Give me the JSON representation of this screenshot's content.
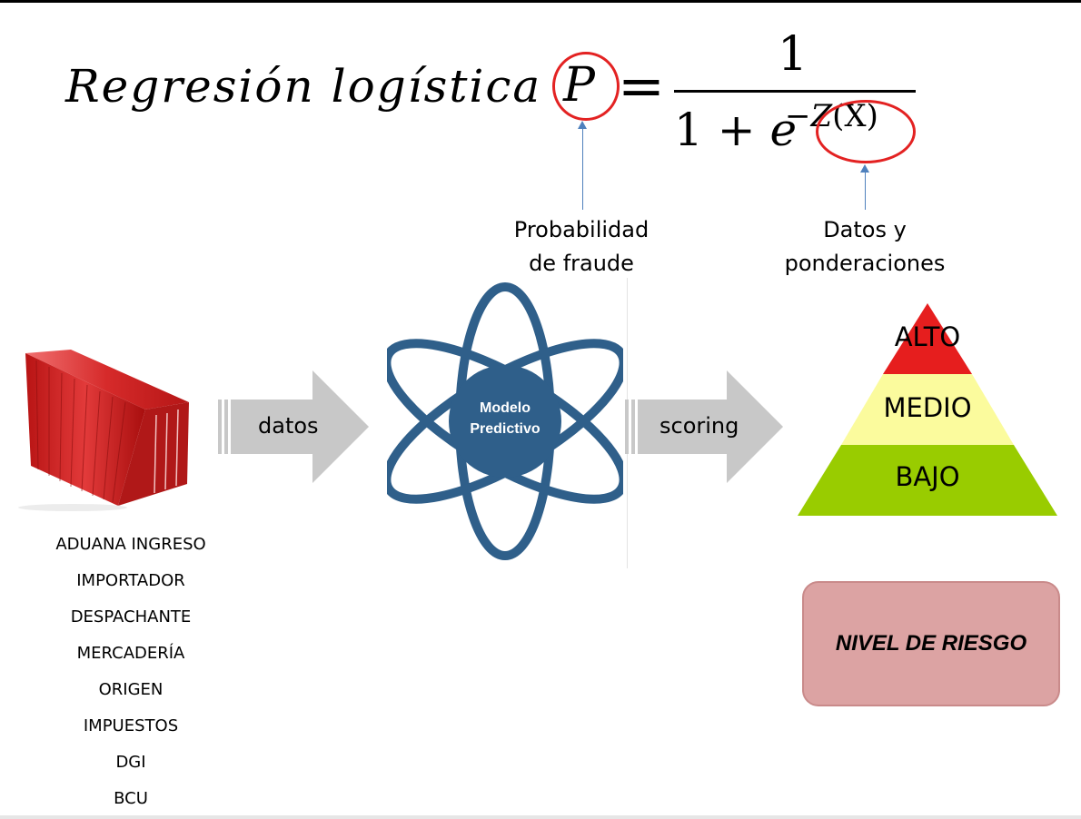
{
  "formula": {
    "title": "Regresión logística",
    "p_symbol": "P",
    "equals": "=",
    "numerator": "1",
    "denominator_base": "1 + ",
    "e_symbol": "e",
    "exponent_sign": "−",
    "exponent_z": "Z",
    "exponent_x": "(X)"
  },
  "callouts": {
    "probability": [
      "Probabilidad",
      "de fraude"
    ],
    "data": [
      "Datos y",
      "ponderaciones"
    ]
  },
  "flow": {
    "input_arrow": "datos",
    "model": [
      "Modelo",
      "Predictivo"
    ],
    "output_arrow": "scoring"
  },
  "risk_levels": [
    "ALTO",
    "MEDIO",
    "BAJO"
  ],
  "risk_box": "NIVEL DE RIESGO",
  "data_sources": [
    "ADUANA  INGRESO",
    "IMPORTADOR",
    "DESPACHANTE",
    "MERCADERÍA",
    "ORIGEN",
    "IMPUESTOS",
    "DGI",
    "BCU"
  ],
  "colors": {
    "circle_highlight": "#e32222",
    "callout_arrow": "#4f81bd",
    "atom": "#2f5f8a",
    "risk_high": "#e61e1e",
    "risk_medium": "#fbfb9d",
    "risk_low": "#99cc00",
    "risk_box": "#dca3a3",
    "flow_arrow": "#c8c8c8",
    "container": "#c41a1a"
  }
}
